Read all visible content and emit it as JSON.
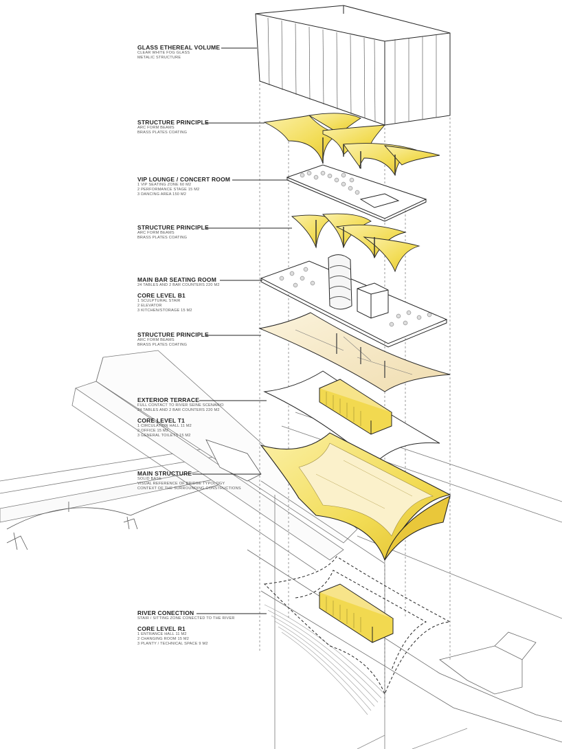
{
  "labels": {
    "glass": {
      "title": "GLASS ETHEREAL VOLUME",
      "lines": [
        "CLEAR WHITE FOG GLASS",
        "METALIC STRUCTURE"
      ]
    },
    "struct1": {
      "title": "STRUCTURE PRINCIPLE",
      "lines": [
        "ARC FORM BEAMS",
        "BRASS PLATES COATING"
      ]
    },
    "vip": {
      "title": "VIP LOUNGE / CONCERT ROOM",
      "lines": [
        "1 VIP SEATING ZONE  60 M2",
        "2 PERFORMANCE STAGE  15 M2",
        "3 DANCING AREA  150 M2"
      ]
    },
    "struct2": {
      "title": "STRUCTURE PRINCIPLE",
      "lines": [
        "ARC FORM BEAMS",
        "BRASS PLATES COATING"
      ]
    },
    "mainbar": {
      "title": "MAIN BAR SEATING ROOM",
      "lines": [
        "24 TABLES AND 2 BAR COUNTERS  220 M2"
      ]
    },
    "coreb1": {
      "title": "CORE LEVEL B1",
      "lines": [
        "1 SCULPTURAL STAIR",
        "2 ELEVATOR",
        "3 KITCHEN/STORAGE  15 M2"
      ]
    },
    "struct3": {
      "title": "STRUCTURE PRINCIPLE",
      "lines": [
        "ARC FORM BEAMS",
        "BRASS PLATES COATING"
      ]
    },
    "terrace": {
      "title": "EXTERIOR TERRACE",
      "lines": [
        "FULL CONTACT TO RIVER SEINE SCENARIO",
        "24 TABLES AND 2 BAR COUNTERS  220 M2"
      ]
    },
    "coret1": {
      "title": "CORE LEVEL T1",
      "lines": [
        "1 CIRCULATION HALL  11 M2",
        "2 OFFICE  15 M2",
        "3 GENERAL TOILETS  15 M2"
      ]
    },
    "mainstruct": {
      "title": "MAIN STRUCTURE",
      "lines": [
        "SOLID BASE",
        "VISUAL REFERENCE OF BRIDGE TYPOLOGY",
        "CONTEXT OF THE SURROUNDING CONSTRUCTIONS"
      ]
    },
    "river": {
      "title": "RIVER CONECTION",
      "lines": [
        "STAIR / SITTING ZONE CONECTED TO THE RIVER"
      ]
    },
    "corer1": {
      "title": "CORE LEVEL R1",
      "lines": [
        "1 ENTRANCE HALL  11 M2",
        "2 CHANGING ROOM  15 M2",
        "3 PLANTY / TECHNICAL SPACE  9 M2"
      ]
    }
  },
  "colors": {
    "brass": "#f2dc55",
    "brass_dark": "#d9b52a",
    "cream": "#f4e6bf",
    "line": "#1a1a1a",
    "grey": "#888888"
  }
}
